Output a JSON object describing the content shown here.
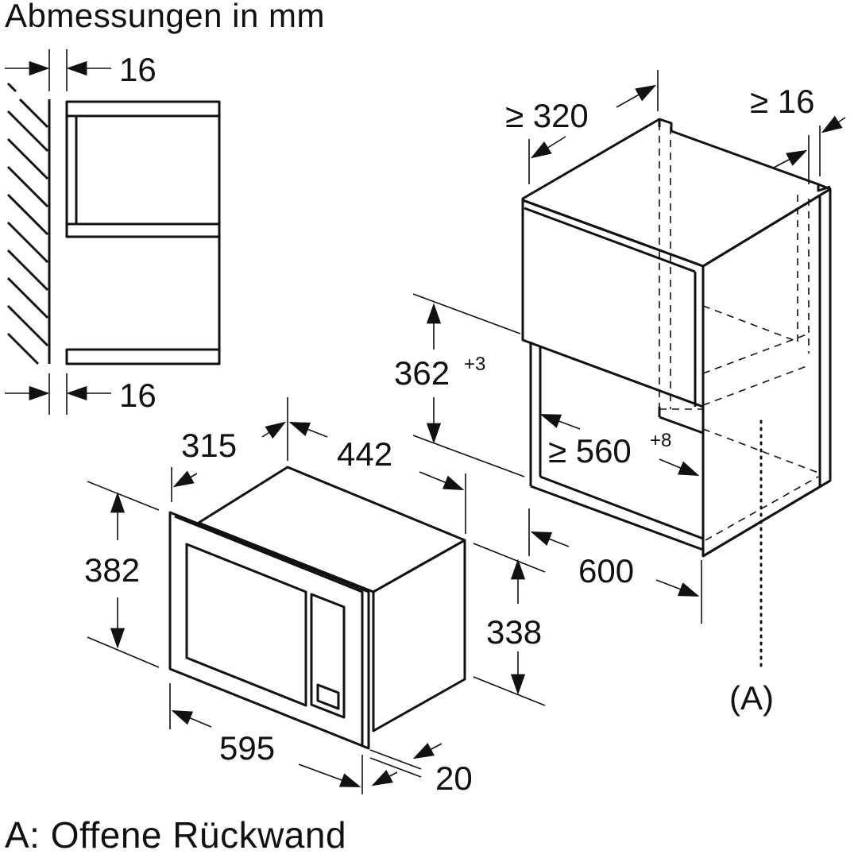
{
  "title": "Abmessungen in mm",
  "legend": "A: Offene Rückwand",
  "dimensions": {
    "side_gap_top": "16",
    "side_gap_bottom": "16",
    "cabinet_depth_min": "≥ 320",
    "cabinet_side_min": "≥ 16",
    "niche_height": "362",
    "niche_height_tol": "+3",
    "niche_width": "≥ 560",
    "niche_width_tol": "+8",
    "cabinet_width": "600",
    "appliance_depth": "315",
    "appliance_body_width": "442",
    "appliance_height": "382",
    "appliance_body_height": "338",
    "appliance_width": "595",
    "frame_depth": "20",
    "open_back_label": "(A)"
  }
}
